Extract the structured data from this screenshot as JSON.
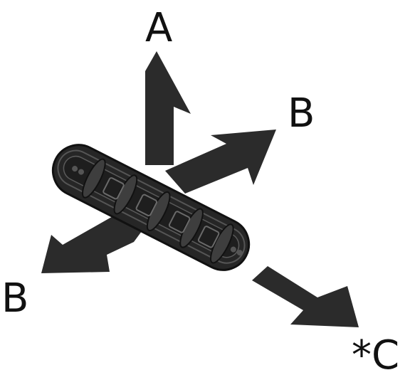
{
  "labels": {
    "up": "A",
    "upper_right": "B",
    "lower_left": "B",
    "lower_right": "*C"
  },
  "colors": {
    "arrow": "#2b2b2b",
    "part_body": "#262626",
    "part_rib": "#3e3e3e",
    "outline": "#111111",
    "text": "#111111"
  }
}
